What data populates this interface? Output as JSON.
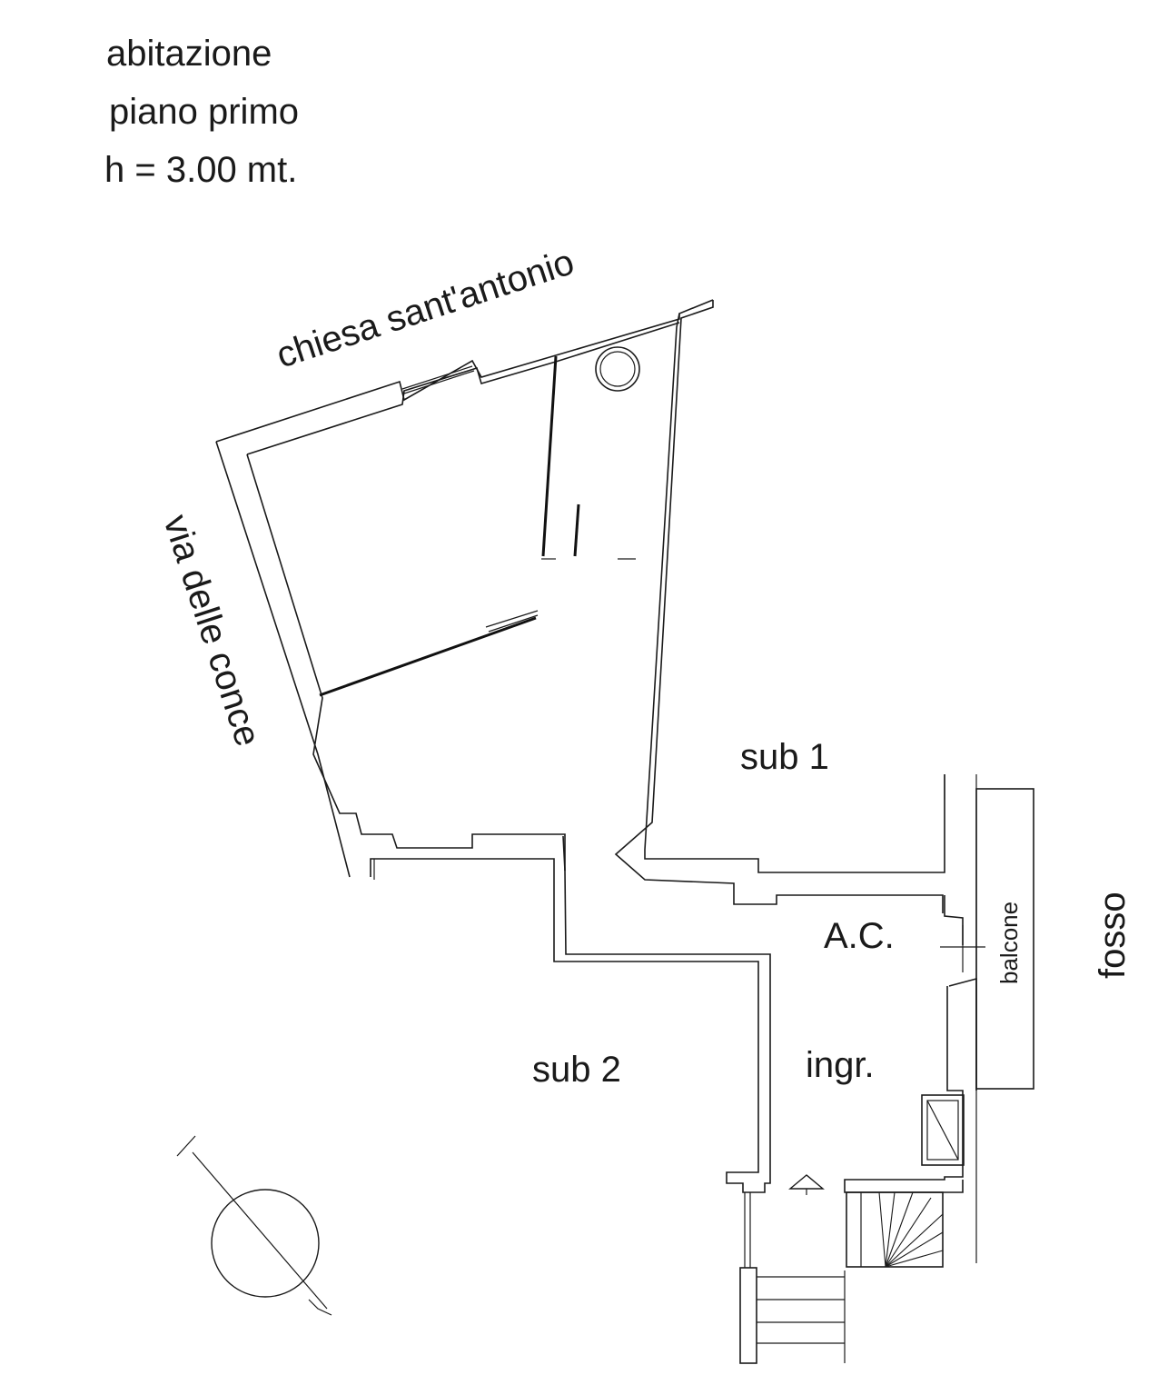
{
  "header": {
    "line1": "abitazione",
    "line2": "piano  primo",
    "line3": "h = 3.00 mt."
  },
  "labels": {
    "street_north": "chiesa sant'antonio",
    "street_west": "via delle conce",
    "unit_1": "sub  1",
    "unit_2": "sub  2",
    "room_ac": "A.C.",
    "room_entrance": "ingr.",
    "balcony": "balcone",
    "ditch": "fosso"
  },
  "icons": {
    "north": "north-arrow-icon"
  }
}
